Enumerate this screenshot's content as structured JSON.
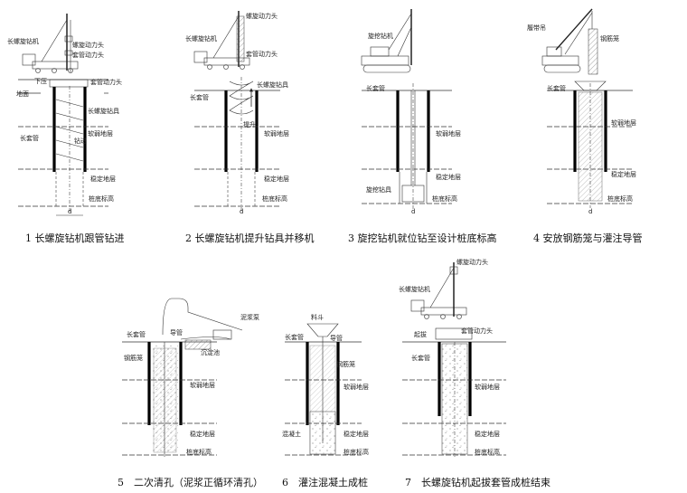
{
  "panels": [
    {
      "caption": "1 长螺旋钻机跟管钻进",
      "labels": {
        "auger_rig": "长螺旋钻机",
        "power_head": "螺旋动力头",
        "casing_power_head": "套管动力头",
        "press_down": "下压",
        "casing_power_head2": "套管动力头",
        "ground": "地面",
        "auger_tool": "长螺旋钻具",
        "long_casing": "长套管",
        "soft_layer": "软弱地层",
        "down_arrow": "钻进",
        "stable_layer": "稳定地层",
        "pile_bottom": "桩底标高",
        "diameter": "d"
      }
    },
    {
      "caption": "2 长螺旋钻机提升钻具并移机",
      "labels": {
        "auger_rig": "长螺旋钻机",
        "power_head": "螺旋动力头",
        "casing_power_head": "套管动力头",
        "long_casing": "长套管",
        "auger_tool": "长螺旋钻具",
        "lift": "提升",
        "soft_layer": "软弱地层",
        "stable_layer": "稳定地层",
        "pile_bottom": "桩底标高",
        "diameter": "d"
      }
    },
    {
      "caption": "3 旋挖钻机就位钻至设计桩底标高",
      "labels": {
        "rotary_rig": "旋挖钻机",
        "long_casing": "长套管",
        "soft_layer": "软弱地层",
        "stable_layer": "稳定地层",
        "rotary_tool": "旋挖钻具",
        "pile_bottom": "桩底标高",
        "diameter": "d"
      }
    },
    {
      "caption": "4 安放钢筋笼与灌注导管",
      "labels": {
        "crawler_crane": "履带吊",
        "rebar_cage": "钢筋笼",
        "long_casing": "长套管",
        "soft_layer": "软弱地层",
        "stable_layer": "稳定地层",
        "pile_bottom": "桩底标高",
        "diameter": "d"
      }
    },
    {
      "caption": "5　二次清孔（泥浆正循环清孔）",
      "labels": {
        "mud_pump": "泥浆泵",
        "long_casing": "长套管",
        "conduit": "导管",
        "sediment_tank": "沉淀池",
        "rebar_cage": "钢筋笼",
        "soft_layer": "软弱地层",
        "stable_layer": "稳定地层",
        "pile_bottom": "桩底标高"
      }
    },
    {
      "caption": "6　灌注混凝土成桩",
      "labels": {
        "hopper": "料斗",
        "long_casing": "长套管",
        "conduit": "导管",
        "rebar_cage": "钢筋笼",
        "soft_layer": "软弱地层",
        "concrete": "混凝土",
        "stable_layer": "稳定地层",
        "pile_bottom": "桩底标高"
      }
    },
    {
      "caption": "7　长螺旋钻机起拔套管成桩结束",
      "labels": {
        "power_head": "螺旋动力头",
        "auger_rig": "长螺旋钻机",
        "casing_power_head": "套管动力头",
        "pull_up": "起拔",
        "long_casing": "长套管",
        "soft_layer": "软弱地层",
        "stable_layer": "稳定地层",
        "pile_bottom": "桩底标高"
      }
    }
  ]
}
